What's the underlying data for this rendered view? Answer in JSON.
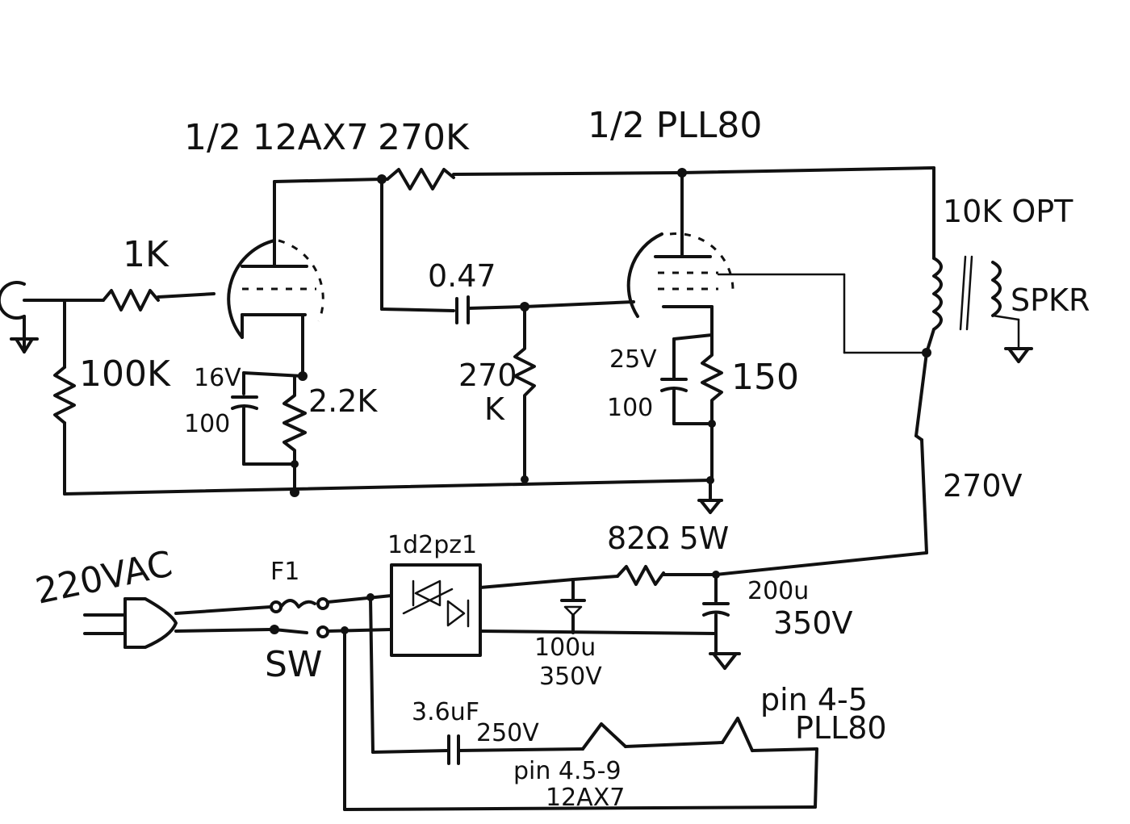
{
  "labels": {
    "tube1": "1/2 12AX7",
    "r_plate1": "270K",
    "tube2": "1/2 PLL80",
    "opt": "10K OPT",
    "r_in": "1K",
    "coupling_cap": "0.47",
    "spkr": "SPKR",
    "r_grid": "100K",
    "cap1_v": "16V",
    "cap1_uf": "100",
    "r_cathode1": "2.2K",
    "r_grid2": "270",
    "r_grid2_unit": "K",
    "cap2_v": "25V",
    "cap2_uf": "100",
    "r_cathode2": "150",
    "b_plus": "270V",
    "mains": "220VAC",
    "fuse": "F1",
    "switch": "SW",
    "bridge": "1d2pz1",
    "r_filter": "82Ω 5W",
    "cap3_uf": "200u",
    "cap3_v": "350V",
    "cap4_uf": "100u",
    "cap4_v": "350V",
    "heater_cap": "3.6uF",
    "heater_cap_v": "250V",
    "heater_pll80_a": "pin 4-5",
    "heater_pll80_b": "PLL80",
    "heater_12ax7_a": "pin 4.5-9",
    "heater_12ax7_b": "12AX7"
  },
  "icons": [
    "input-jack-icon",
    "ground-icon",
    "resistor-icon",
    "capacitor-icon",
    "triode-icon",
    "pentode-icon",
    "transformer-icon",
    "plug-icon",
    "fuse-icon",
    "switch-icon",
    "bridge-rectifier-icon"
  ]
}
